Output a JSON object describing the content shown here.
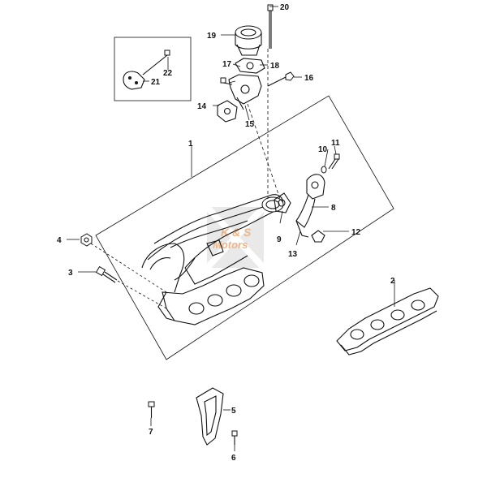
{
  "diagram": {
    "labels": [
      "1",
      "2",
      "3",
      "4",
      "5",
      "6",
      "7",
      "8",
      "9",
      "10",
      "11",
      "12",
      "13",
      "14",
      "15",
      "16",
      "17",
      "18",
      "19",
      "20",
      "21",
      "22"
    ]
  },
  "watermark": {
    "line1": "K & S",
    "line2": "Motors",
    "color": "#e07a2a"
  }
}
